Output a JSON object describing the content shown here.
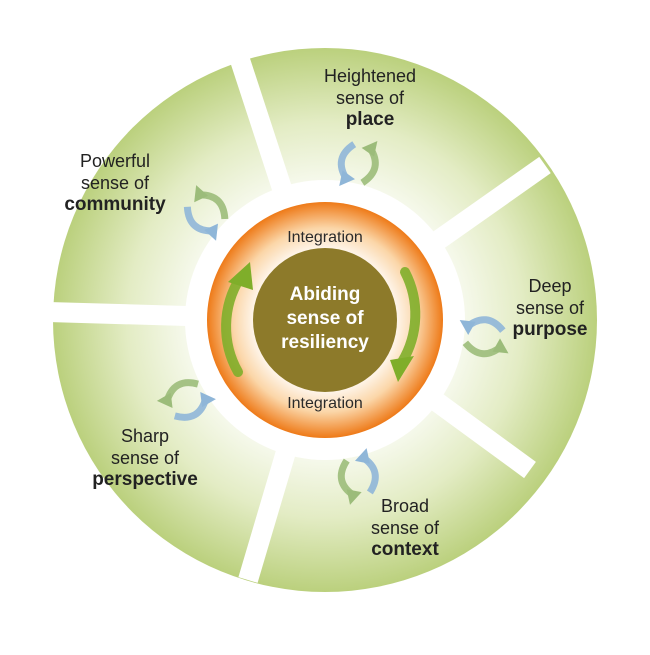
{
  "center": {
    "lines": [
      "Abiding",
      "sense of",
      "resiliency"
    ]
  },
  "ring": {
    "top_label": "Integration",
    "bottom_label": "Integration"
  },
  "senses": [
    {
      "id": "place",
      "lines": [
        "Heightened",
        "sense of"
      ],
      "keyword": "place"
    },
    {
      "id": "purpose",
      "lines": [
        "Deep",
        "sense of"
      ],
      "keyword": "purpose"
    },
    {
      "id": "context",
      "lines": [
        "Broad",
        "sense of"
      ],
      "keyword": "context"
    },
    {
      "id": "perspective",
      "lines": [
        "Sharp",
        "sense of"
      ],
      "keyword": "perspective"
    },
    {
      "id": "community",
      "lines": [
        "Powerful",
        "sense of"
      ],
      "keyword": "community"
    }
  ],
  "colors": {
    "outer_green": "#b9cf7a",
    "ring_orange": "#f07f1e",
    "core_olive": "#8d7a2a",
    "arrow_blue": "#8fb6d8",
    "arrow_green": "#9cbc7a",
    "inner_arrow_green": "#7fae2a"
  }
}
